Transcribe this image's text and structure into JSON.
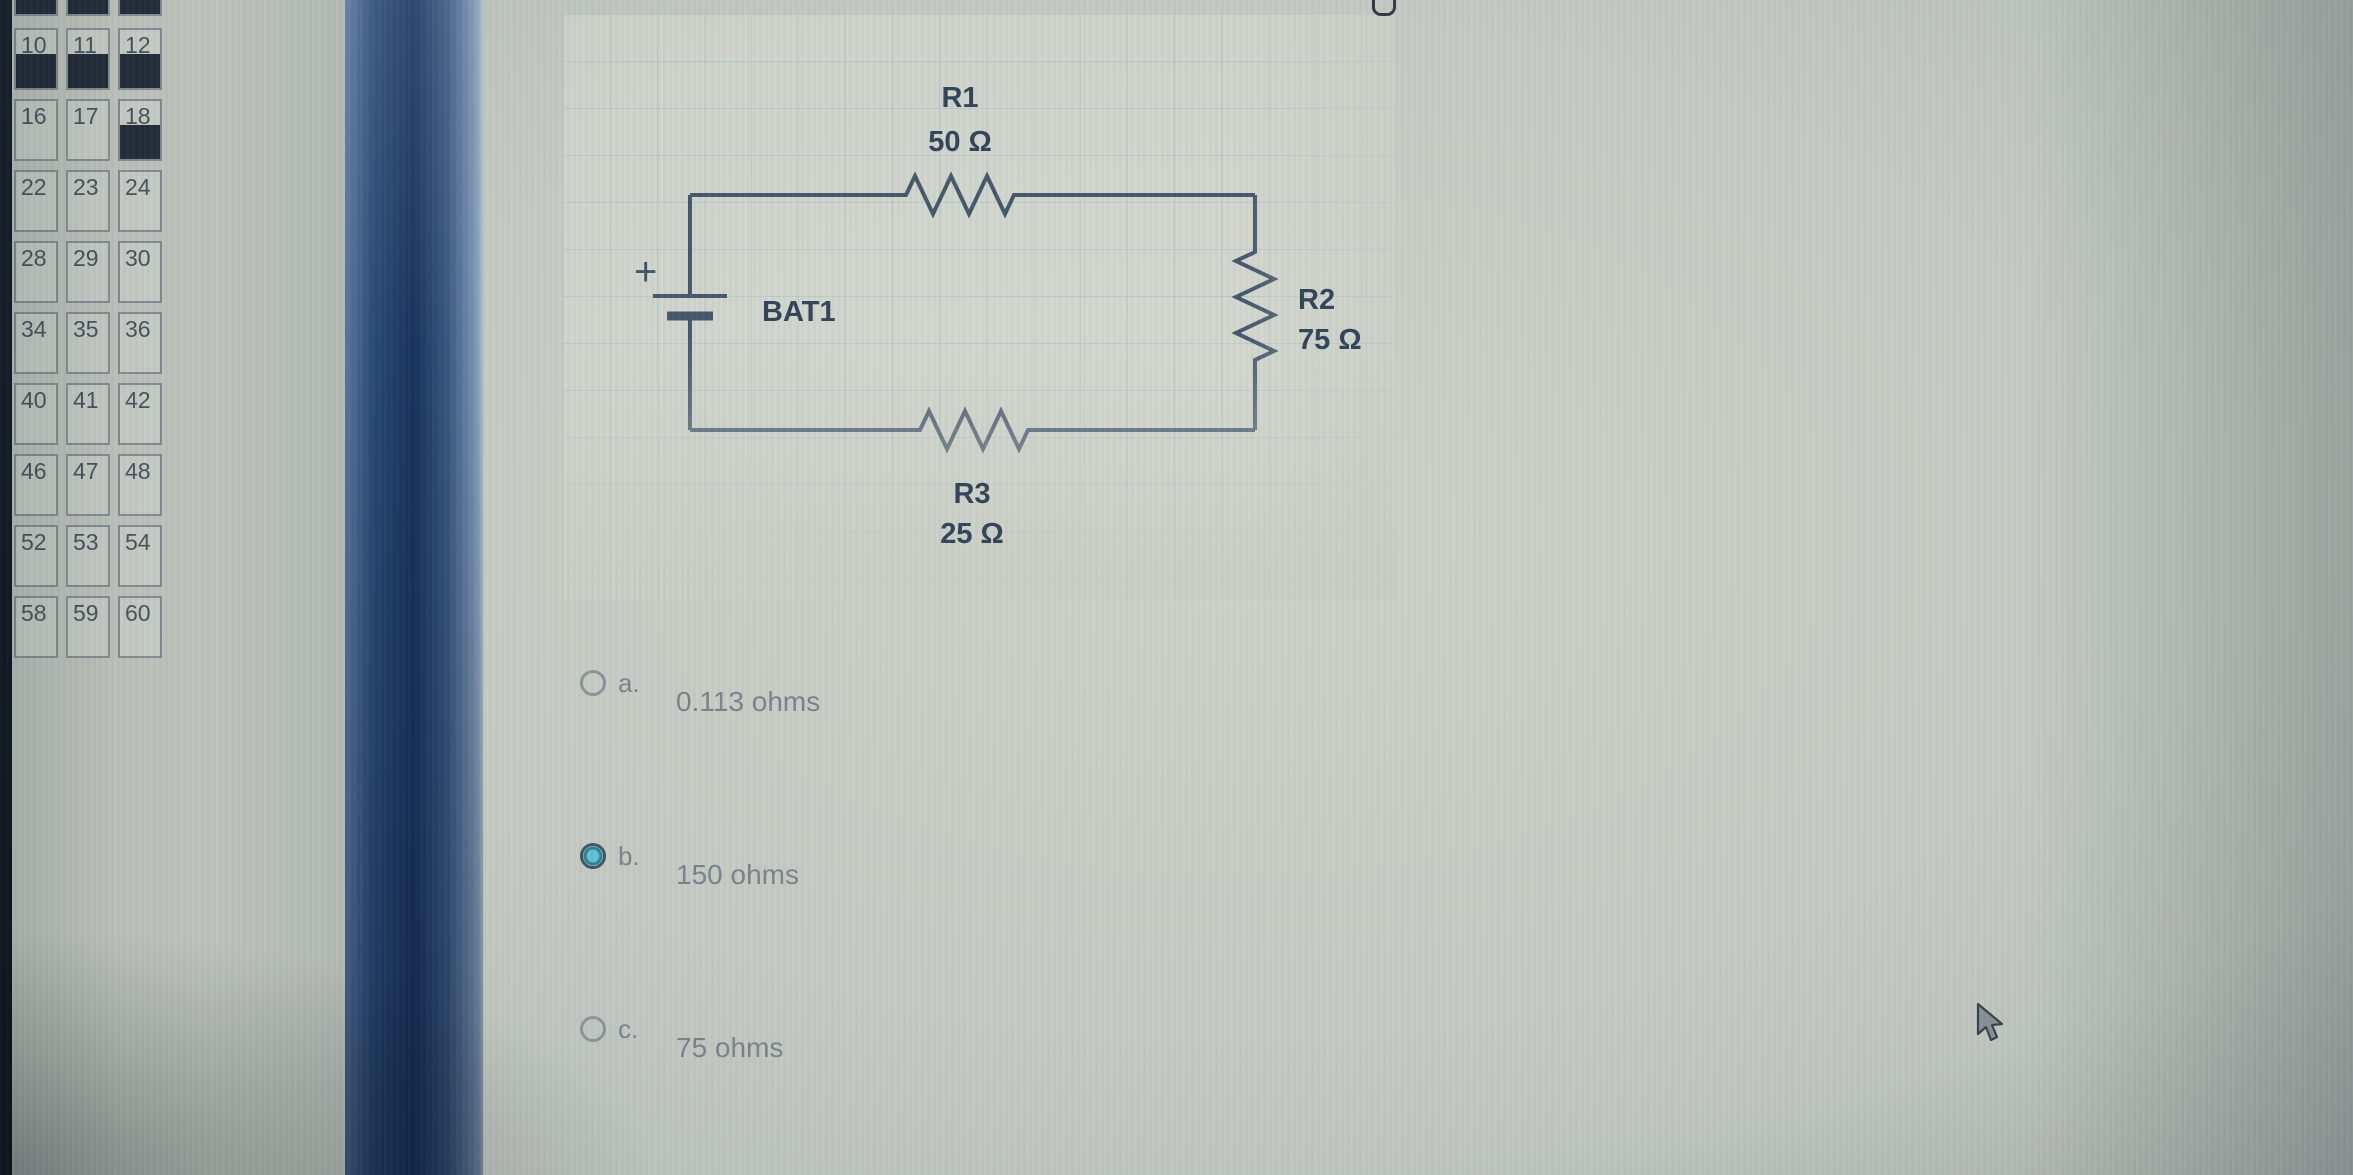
{
  "palette": {
    "items": [
      {
        "label": "10",
        "filled": true
      },
      {
        "label": "11",
        "filled": true
      },
      {
        "label": "12",
        "filled": true
      },
      {
        "label": "16",
        "filled": false
      },
      {
        "label": "17",
        "filled": false
      },
      {
        "label": "18",
        "filled": true
      },
      {
        "label": "22",
        "filled": false
      },
      {
        "label": "23",
        "filled": false
      },
      {
        "label": "24",
        "filled": false
      },
      {
        "label": "28",
        "filled": false
      },
      {
        "label": "29",
        "filled": false
      },
      {
        "label": "30",
        "filled": false
      },
      {
        "label": "34",
        "filled": false
      },
      {
        "label": "35",
        "filled": false
      },
      {
        "label": "36",
        "filled": false
      },
      {
        "label": "40",
        "filled": false
      },
      {
        "label": "41",
        "filled": false
      },
      {
        "label": "42",
        "filled": false
      },
      {
        "label": "46",
        "filled": false
      },
      {
        "label": "47",
        "filled": false
      },
      {
        "label": "48",
        "filled": false
      },
      {
        "label": "52",
        "filled": false
      },
      {
        "label": "53",
        "filled": false
      },
      {
        "label": "54",
        "filled": false
      },
      {
        "label": "58",
        "filled": false
      },
      {
        "label": "59",
        "filled": false
      },
      {
        "label": "60",
        "filled": false
      }
    ]
  },
  "circuit": {
    "battery": {
      "name": "BAT1",
      "plus": "+"
    },
    "resistors": [
      {
        "name": "R1",
        "value": "50 Ω"
      },
      {
        "name": "R2",
        "value": "75 Ω"
      },
      {
        "name": "R3",
        "value": "25 Ω"
      }
    ]
  },
  "question": {
    "options": [
      {
        "letter": "a.",
        "text": "0.113 ohms",
        "selected": false
      },
      {
        "letter": "b.",
        "text": "150 ohms",
        "selected": true
      },
      {
        "letter": "c.",
        "text": "75 ohms",
        "selected": false
      }
    ]
  },
  "colors": {
    "divider_blue": "#18335c",
    "radio_selected": "#4fb0c6",
    "wire": "#46586c",
    "grid_line": "#8cb4be"
  }
}
